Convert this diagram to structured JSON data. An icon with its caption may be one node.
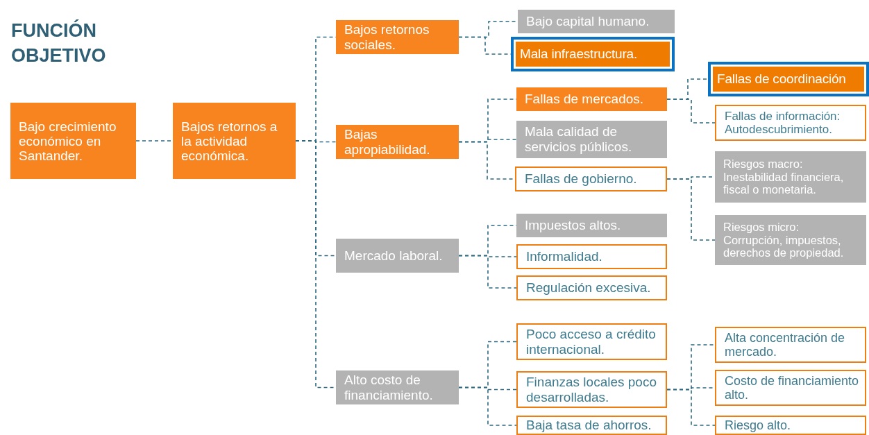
{
  "diagram": {
    "title": "FUNCIÓN OBJETIVO",
    "nodes": [
      {
        "text": [
          "Bajo crecimiento económico en Santander."
        ]
      },
      {
        "text": [
          "Bajos retornos a la actividad económica."
        ]
      },
      {
        "text": [
          "Bajos retornos sociales."
        ]
      },
      {
        "text": [
          "Bajas apropiabilidad."
        ]
      },
      {
        "text": [
          "Mercado laboral."
        ]
      },
      {
        "text": [
          "Alto costo de financiamiento."
        ]
      },
      {
        "text": [
          "Bajo capital humano."
        ]
      },
      {
        "text": [
          "Mala infraestructura."
        ]
      },
      {
        "text": [
          "Fallas de mercados."
        ]
      },
      {
        "text": [
          "Mala calidad de servicios públicos."
        ]
      },
      {
        "text": [
          "Fallas de gobierno."
        ]
      },
      {
        "text": [
          "Fallas de coordinación"
        ]
      },
      {
        "text": [
          "Fallas de información: Autodescubrimiento."
        ]
      },
      {
        "text": [
          "Riesgos macro: Inestabilidad financiera, fiscal o monetaria."
        ]
      },
      {
        "text": [
          "Riesgos micro: Corrupción, impuestos, derechos de propiedad."
        ]
      },
      {
        "text": [
          "Impuestos altos."
        ]
      },
      {
        "text": [
          "Informalidad."
        ]
      },
      {
        "text": [
          "Regulación excesiva."
        ]
      },
      {
        "text": [
          "Poco acceso a crédito internacional."
        ]
      },
      {
        "text": [
          "Finanzas locales poco desarrolladas."
        ]
      },
      {
        "text": [
          "Baja tasa de ahorros."
        ]
      },
      {
        "text": [
          "Alta concentración de mercado."
        ]
      },
      {
        "text": [
          "Costo de financiamiento alto."
        ]
      },
      {
        "text": [
          "Riesgo alto."
        ]
      }
    ],
    "edges": [
      {
        "from": 0,
        "to": 1,
        "arrow": "none",
        "style": "dashed"
      },
      {
        "from": 1,
        "to": 2,
        "arrow": "none",
        "style": "dashed"
      },
      {
        "from": 1,
        "to": 3,
        "arrow": "none",
        "style": "dashed"
      },
      {
        "from": 1,
        "to": 4,
        "arrow": "none",
        "style": "dashed"
      },
      {
        "from": 1,
        "to": 5,
        "arrow": "none",
        "style": "dashed"
      },
      {
        "from": 2,
        "to": 6,
        "arrow": "none",
        "style": "dashed"
      },
      {
        "from": 2,
        "to": 7,
        "arrow": "none",
        "style": "dashed"
      },
      {
        "from": 3,
        "to": 8,
        "arrow": "none",
        "style": "dashed"
      },
      {
        "from": 3,
        "to": 9,
        "arrow": "none",
        "style": "dashed"
      },
      {
        "from": 3,
        "to": 10,
        "arrow": "none",
        "style": "dashed"
      },
      {
        "from": 8,
        "to": 11,
        "arrow": "none",
        "style": "dashed"
      },
      {
        "from": 8,
        "to": 12,
        "arrow": "none",
        "style": "dashed"
      },
      {
        "from": 10,
        "to": 13,
        "arrow": "none",
        "style": "dashed"
      },
      {
        "from": 10,
        "to": 14,
        "arrow": "none",
        "style": "dashed"
      },
      {
        "from": 4,
        "to": 15,
        "arrow": "none",
        "style": "dashed"
      },
      {
        "from": 4,
        "to": 16,
        "arrow": "none",
        "style": "dashed"
      },
      {
        "from": 4,
        "to": 17,
        "arrow": "none",
        "style": "dashed"
      },
      {
        "from": 5,
        "to": 18,
        "arrow": "none",
        "style": "dashed"
      },
      {
        "from": 5,
        "to": 19,
        "arrow": "none",
        "style": "dashed"
      },
      {
        "from": 5,
        "to": 20,
        "arrow": "none",
        "style": "dashed"
      },
      {
        "from": 19,
        "to": 21,
        "arrow": "none",
        "style": "dashed"
      },
      {
        "from": 19,
        "to": 22,
        "arrow": "none",
        "style": "dashed"
      },
      {
        "from": 19,
        "to": 23,
        "arrow": "none",
        "style": "dashed"
      }
    ]
  }
}
